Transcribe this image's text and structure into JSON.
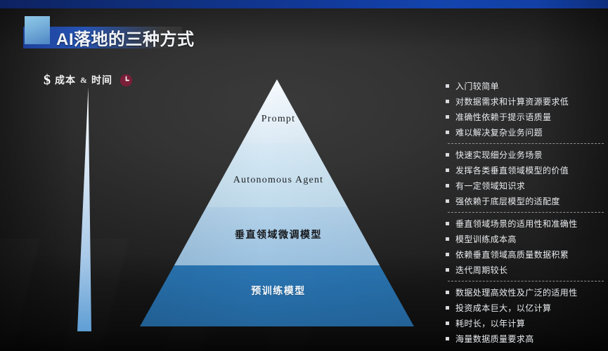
{
  "slide": {
    "title": "AI落地的三种方式",
    "accent_color": "#1344ad",
    "background_color": "#2e2e2e"
  },
  "axis": {
    "dollar": "$",
    "cost_label": "成本",
    "ampersand": "&",
    "time_label": "时间",
    "clock_icon": "clock-icon",
    "clock_color": "#7a1f38"
  },
  "pyramid": {
    "levels": [
      {
        "label": "Prompt",
        "style": "en",
        "fill_top": "#f2f8fc",
        "fill_bottom": "#dceaf5"
      },
      {
        "label": "Autonomous Agent",
        "style": "en",
        "fill_top": "#d3e6f3",
        "fill_bottom": "#c3dced"
      },
      {
        "label": "垂直领域微调模型",
        "style": "cn",
        "fill_top": "#b0cfe8",
        "fill_bottom": "#9dc3e2"
      },
      {
        "label": "预训练模型",
        "style": "cn-light",
        "fill_top": "#2570ae",
        "fill_bottom": "#24689f"
      }
    ]
  },
  "bullets": {
    "groups": [
      {
        "items": [
          "入门较简单",
          "对数据需求和计算资源要求低",
          "准确性依赖于提示语质量",
          "难以解决复杂业务问题"
        ]
      },
      {
        "items": [
          "快速实现细分业务场景",
          "发挥各类垂直领域模型的价值",
          "有一定领域知识求",
          "强依赖于底层模型的适配度"
        ]
      },
      {
        "items": [
          "垂直领域场景的适用性和准确性",
          "模型训练成本高",
          "依赖垂直领域高质量数据积累",
          "迭代周期较长"
        ]
      },
      {
        "items": [
          "数据处理高效性及广泛的适用性",
          "投资成本巨大，以亿计算",
          "耗时长，以年计算",
          "海量数据质量要求高"
        ]
      }
    ]
  }
}
